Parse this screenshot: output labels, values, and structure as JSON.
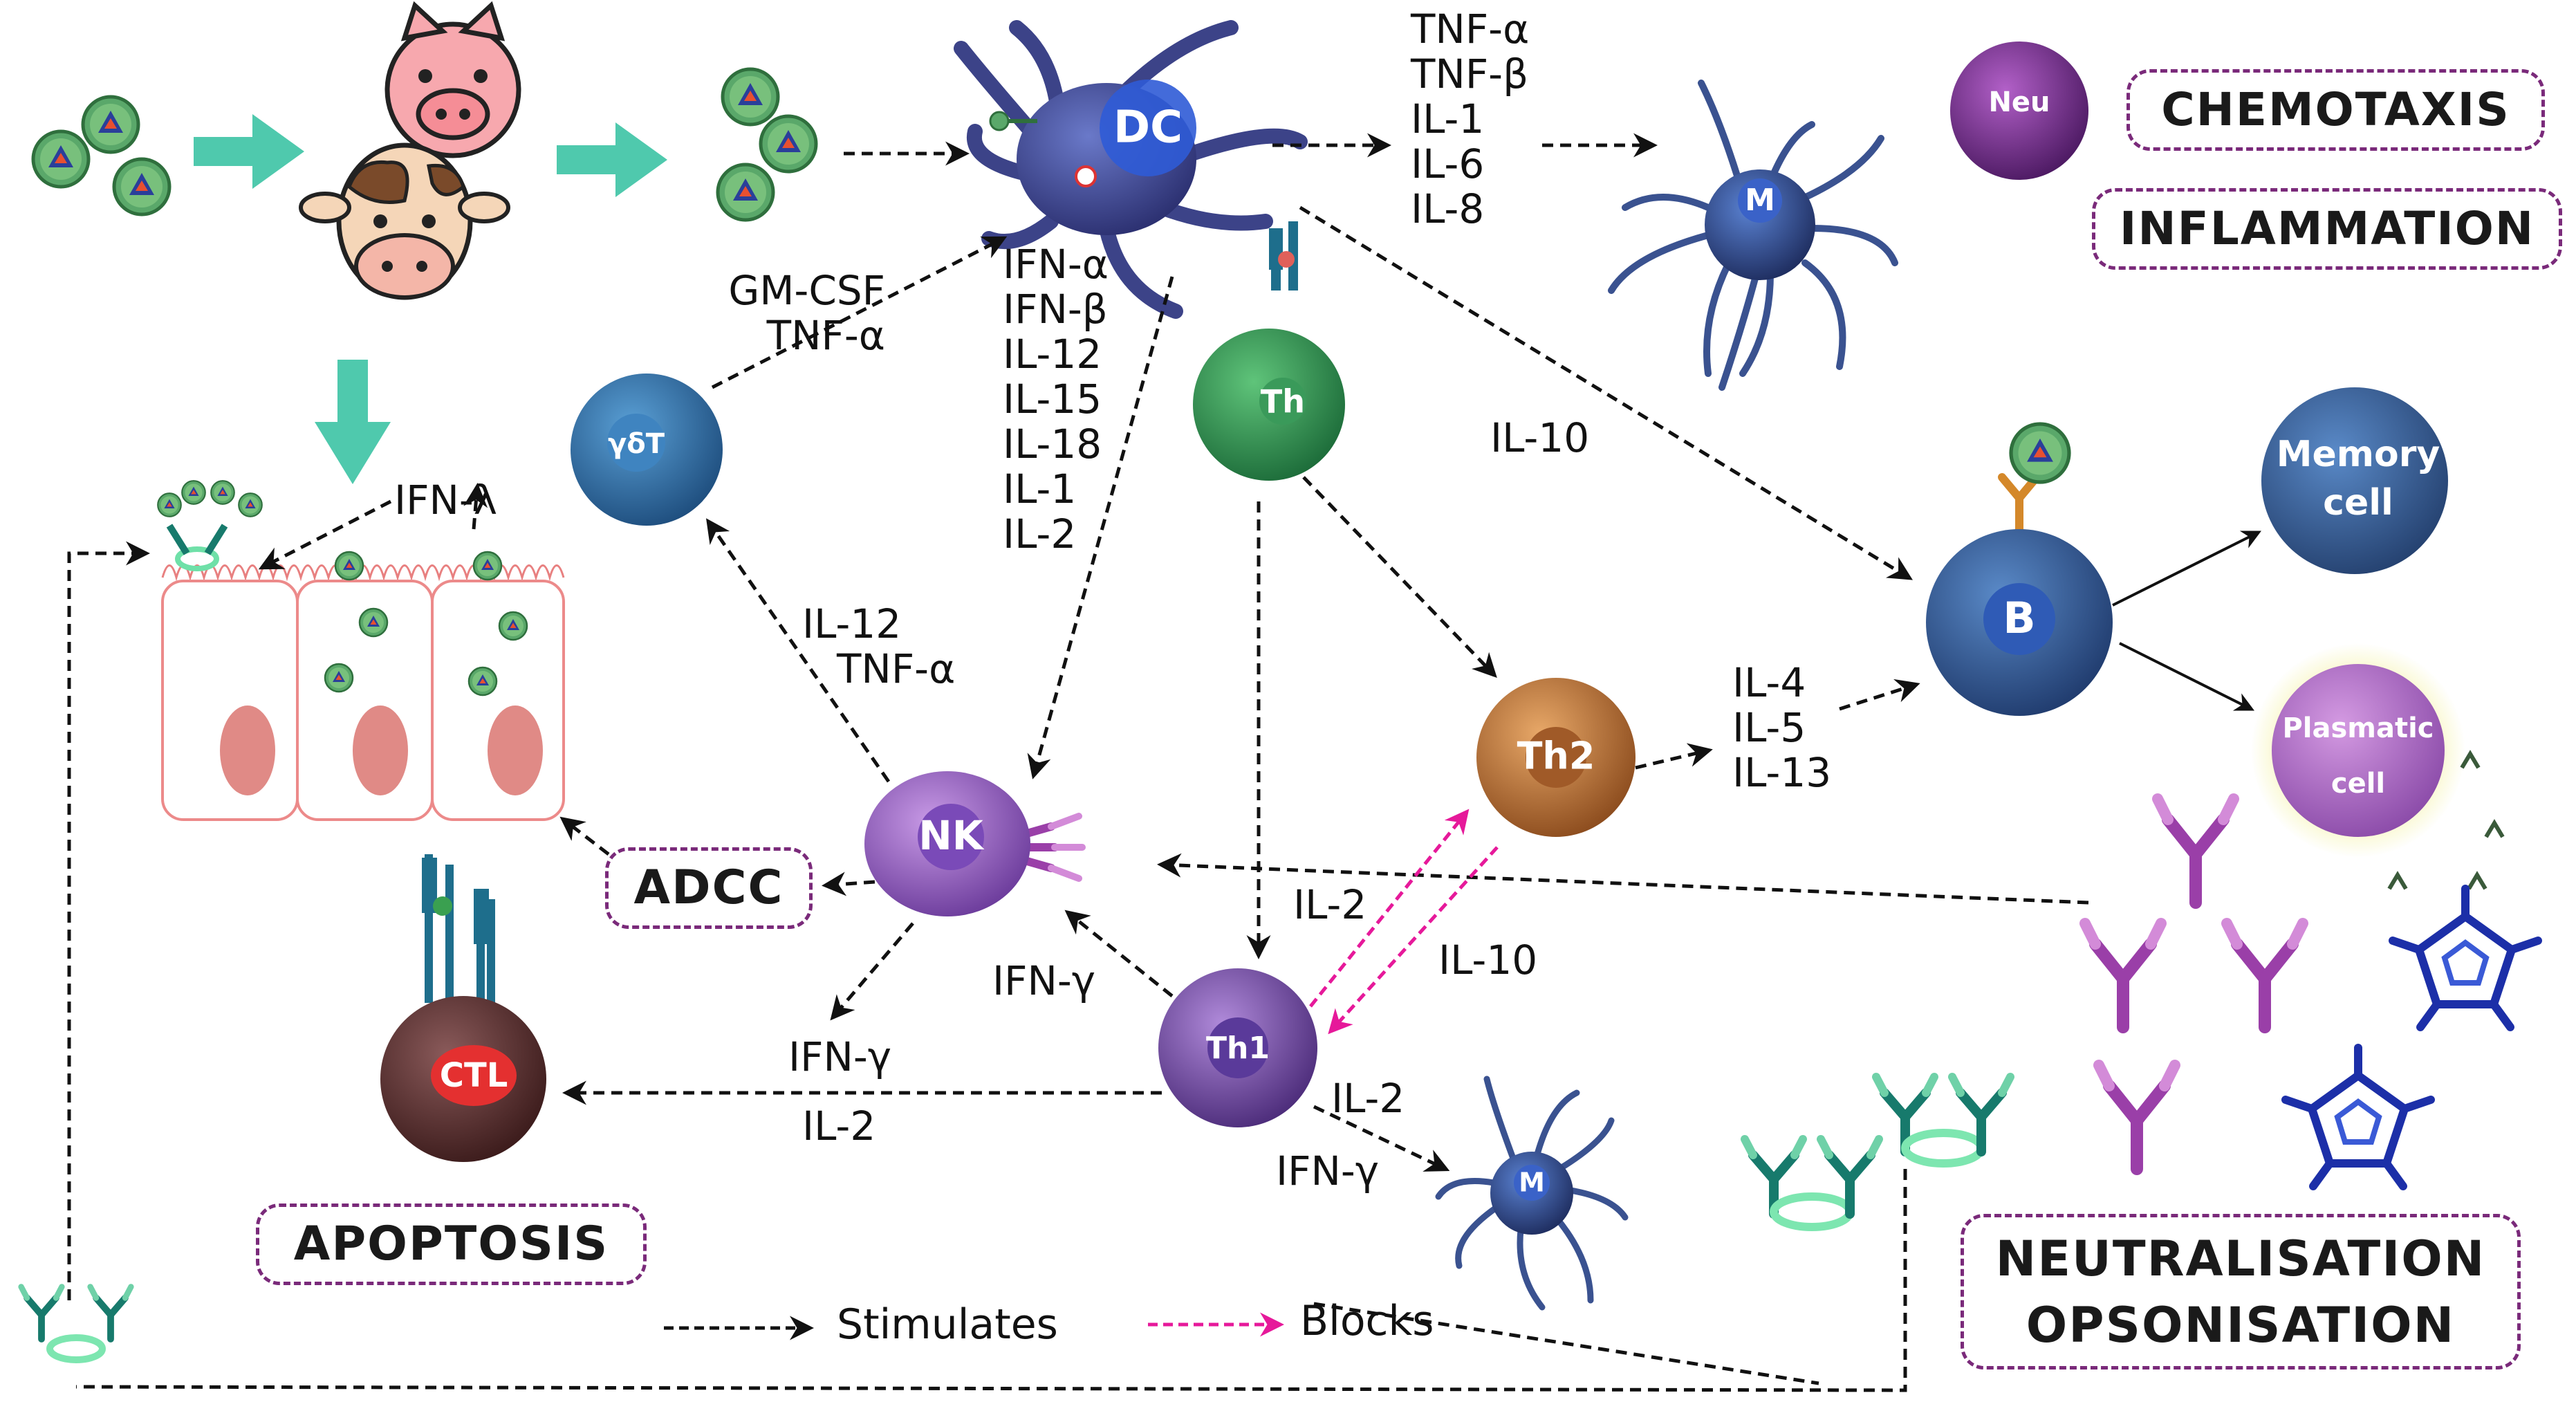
{
  "cells": {
    "dc": "DC",
    "macrophage_top": "M",
    "neutrophil": "Neu",
    "th": "Th",
    "gdt": "γδT",
    "nk": "NK",
    "th2": "Th2",
    "th1": "Th1",
    "b": "B",
    "memory": [
      "Memory",
      "cell"
    ],
    "plasmatic": [
      "Plasmatic",
      "cell"
    ],
    "ctl": "CTL",
    "macrophage_bottom": "M"
  },
  "outcomes": {
    "chemotaxis": "CHEMOTAXIS",
    "inflammation": "INFLAMMATION",
    "adcc": "ADCC",
    "apoptosis": "APOPTOSIS",
    "neutralisation": "NEUTRALISATION",
    "opsonisation": "OPSONISATION"
  },
  "cytokines": {
    "dc_to_macrophage": [
      "TNF-α",
      "TNF-β",
      "IL-1",
      "IL-6",
      "IL-8"
    ],
    "gdt_to_dc": [
      "GM-CSF",
      "TNF-α"
    ],
    "dc_to_nk": [
      "IFN-α",
      "IFN-β",
      "IL-12",
      "IL-15",
      "IL-18",
      "IL-1",
      "IL-2"
    ],
    "ifn_lambda": "IFN-λ",
    "nk_to_gdt": [
      "IL-12",
      "TNF-α"
    ],
    "dc_to_b": "IL-10",
    "th2_to_b": [
      "IL-4",
      "IL-5",
      "IL-13"
    ],
    "th_to_th1": "IL-2",
    "th2_blocks_th1": "IL-10",
    "th1_to_nk": "IFN-γ",
    "nk_to_ctl": "IFN-γ",
    "th1_to_ctl": "IL-2",
    "th1_to_macrophage": [
      "IL-2",
      "IFN-γ"
    ]
  },
  "legend": {
    "stimulates": "Stimulates",
    "blocks": "Blocks"
  },
  "colors": {
    "stimulate_arrow": "#111111",
    "block_arrow": "#e6199a",
    "big_arrow": "#4fc9ad",
    "box_border": "#7a2a7a",
    "antibody": "#9a3fa8",
    "pentamer": "#1c2fa8"
  }
}
